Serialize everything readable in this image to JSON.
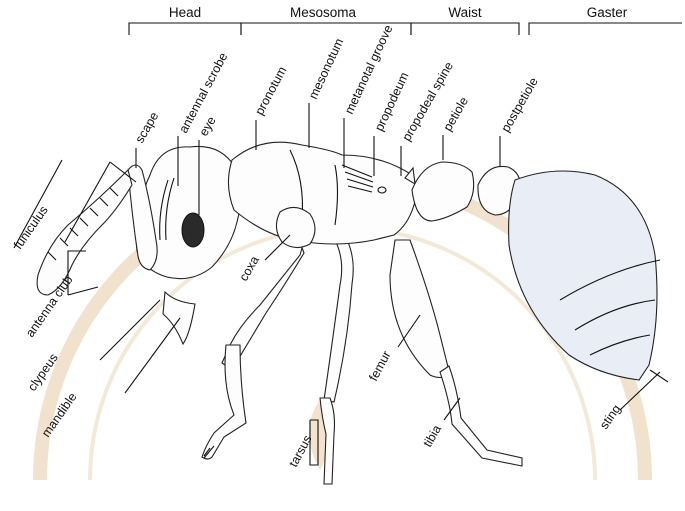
{
  "regions": {
    "head": "Head",
    "mesosoma": "Mesosoma",
    "waist": "Waist",
    "gaster": "Gaster"
  },
  "labels": {
    "funiculus": "funiculus",
    "scape": "scape",
    "antennal_scrobe": "antennal scrobe",
    "eye": "eye",
    "pronotum": "pronotum",
    "mesonotum": "mesonotum",
    "metanotal_groove": "metanotal groove",
    "propodeum": "propodeum",
    "propodeal_spine": "propodeal spine",
    "petiole": "petiole",
    "postpetiole": "postpetiole",
    "antenna_club": "antenna club",
    "clypeus": "clypeus",
    "mandible": "mandible",
    "coxa": "coxa",
    "femur": "femur",
    "tarsus": "tarsus",
    "tibia": "tibia",
    "sting": "sting"
  },
  "colors": {
    "line": "#111111",
    "body_fill": "#fdfdfd",
    "gaster_fill": "#e9eef6",
    "eye": "#2a2a2a",
    "watermark": "#f0e2cc"
  }
}
